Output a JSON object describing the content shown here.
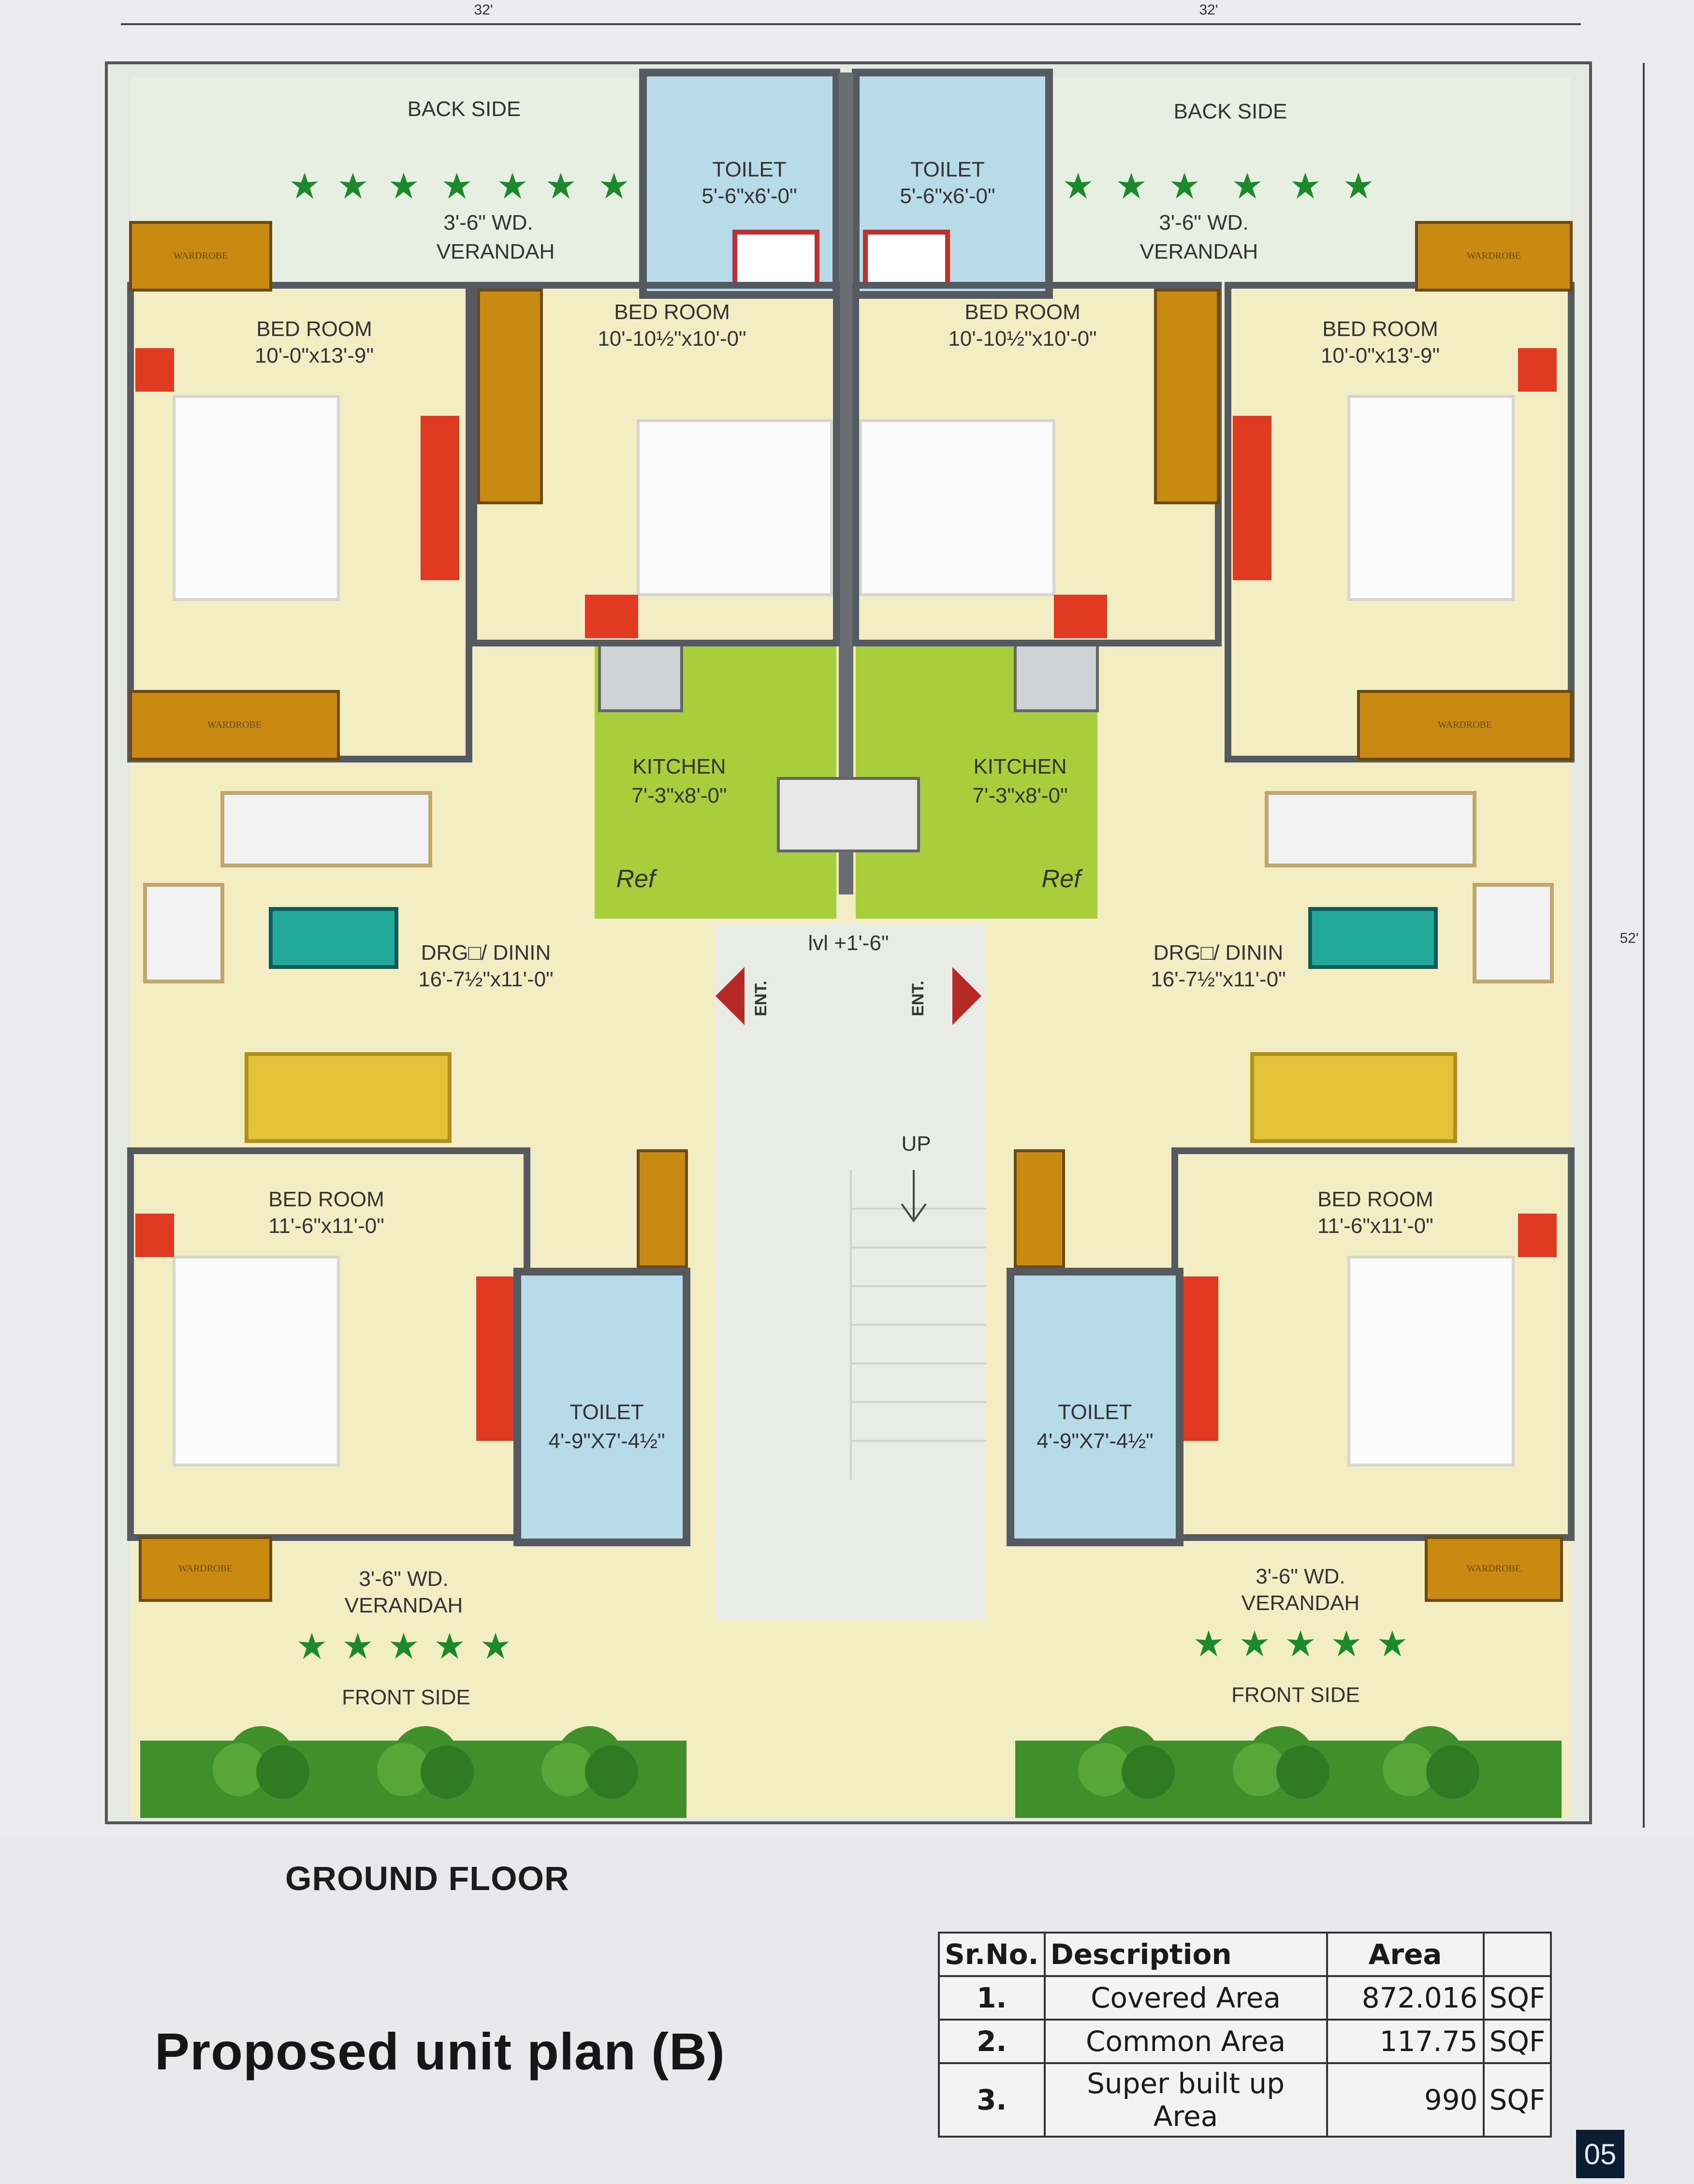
{
  "plan": {
    "dims": {
      "top_left": "32'",
      "top_right": "32'",
      "right": "52'"
    },
    "back_side": [
      "BACK SIDE",
      "BACK SIDE"
    ],
    "front_side": [
      "FRONT SIDE",
      "FRONT SIDE"
    ],
    "verandah_top": [
      "3'-6\" WD.",
      "VERANDAH"
    ],
    "verandah_bottom": [
      "3'-6\" WD.",
      "VERANDAH"
    ],
    "toilet_top": [
      "TOILET",
      "5'-6\"x6'-0\""
    ],
    "toilet_bottom": [
      "TOILET",
      "4'-9\"X7'-4½\""
    ],
    "bed_corner": [
      "BED ROOM",
      "10'-0\"x13'-9\""
    ],
    "bed_center": [
      "BED ROOM",
      "10'-10½\"x10'-0\""
    ],
    "bed_front": [
      "BED ROOM",
      "11'-6\"x11'-0\""
    ],
    "kitchen": [
      "KITCHEN",
      "7'-3\"x8'-0\""
    ],
    "drawing": [
      "DRG□/ DININ",
      "16'-7½\"x11'-0\""
    ],
    "ref": "Ref",
    "wardrobe": "WARDROBE",
    "ent": "ENT.",
    "lvl": "lvl +1'-6\"",
    "up": "UP"
  },
  "ground_floor": "GROUND FLOOR",
  "title": "Proposed unit plan (B)",
  "area_table": {
    "headers": [
      "Sr.No.",
      "Description",
      "Area",
      ""
    ],
    "rows": [
      {
        "no": "1.",
        "desc": "Covered Area",
        "area": "872.016",
        "unit": "SQF"
      },
      {
        "no": "2.",
        "desc": "Common Area",
        "area": "117.75",
        "unit": "SQF"
      },
      {
        "no": "3.",
        "desc": "Super built up Area",
        "area": "990",
        "unit": "SQF"
      }
    ]
  },
  "page_number": "05",
  "colors": {
    "floor": "#f3edc4",
    "kitchen": "#a8cf3b",
    "toilet": "#b7dbe8",
    "wall": "#555a60",
    "bed_red": "#e03a22",
    "wood": "#c98a12",
    "garden": "#3f8f2a"
  }
}
